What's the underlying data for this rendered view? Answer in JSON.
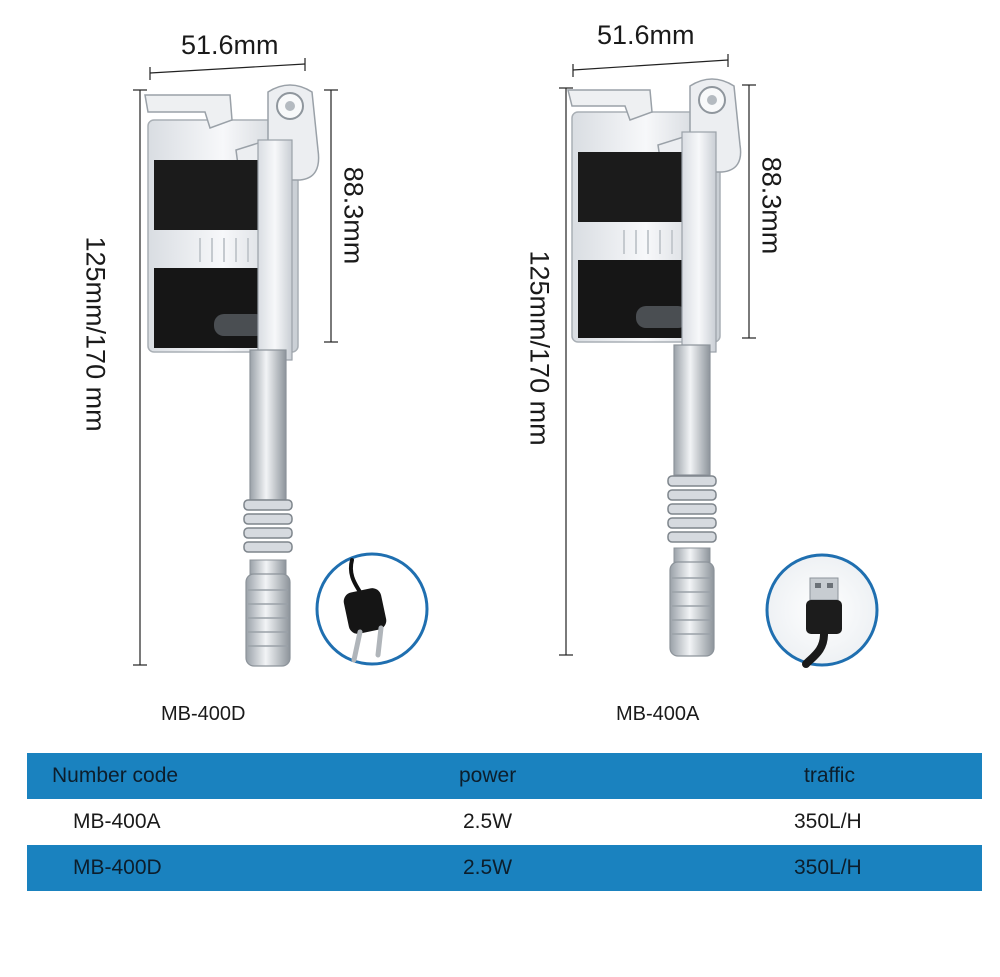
{
  "products": [
    {
      "model": "MB-400D",
      "width_label": "51.6mm",
      "height_label": "125mm/170 mm",
      "box_height_label": "88.3mm",
      "plug_icon": "eu-plug-icon"
    },
    {
      "model": "MB-400A",
      "width_label": "51.6mm",
      "height_label": "125mm/170 mm",
      "box_height_label": "88.3mm",
      "plug_icon": "usb-plug-icon"
    }
  ],
  "spec_table": {
    "headers": [
      "Number code",
      "power",
      "traffic"
    ],
    "rows": [
      [
        "MB-400A",
        "2.5W",
        "350L/H"
      ],
      [
        "MB-400D",
        "2.5W",
        "350L/H"
      ]
    ]
  },
  "colors": {
    "table_band": "#1a82bf",
    "icon_ring": "#1f6fb0",
    "filter_sponge": "#1b1b1b"
  }
}
